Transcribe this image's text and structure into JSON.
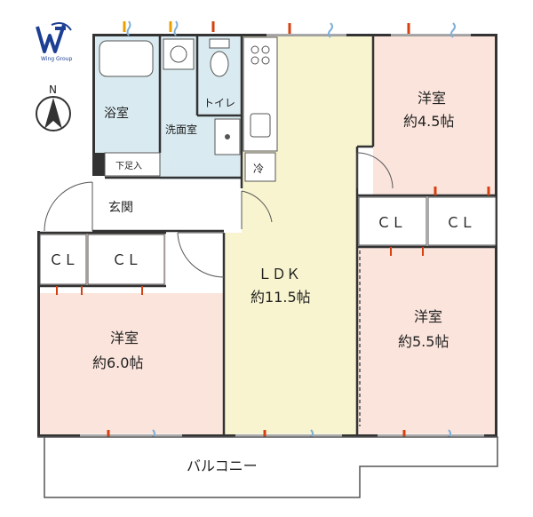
{
  "logo": {
    "brand": "Wing Group"
  },
  "compass": {
    "north": "N"
  },
  "rooms": {
    "bath": "浴室",
    "washroom": "洗面室",
    "toilet": "トイレ",
    "shoe_box": "下足入",
    "entrance": "玄関",
    "fridge": "冷",
    "ldk_name": "ＬＤＫ",
    "ldk_size": "約11.5帖",
    "west_name": "洋室",
    "west_size": "約6.0帖",
    "ne_name": "洋室",
    "ne_size": "約4.5帖",
    "se_name": "洋室",
    "se_size": "約5.5帖",
    "balcony": "バルコニー"
  },
  "closets": [
    "ＣＬ",
    "ＣＬ",
    "ＣＬ",
    "ＣＬ"
  ],
  "colors": {
    "western_room": "#fbe4dc",
    "ldk": "#f7f4cf",
    "wet_area": "#d9ebf1",
    "logo_blue": "#1c3f94",
    "wall": "#333333"
  }
}
